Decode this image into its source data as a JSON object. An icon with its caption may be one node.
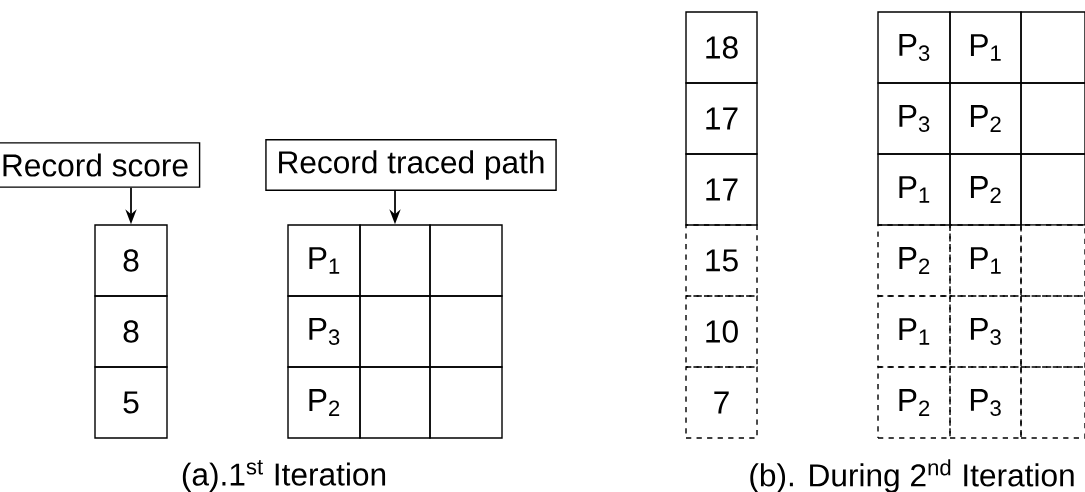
{
  "diagram": {
    "nodes": [
      {
        "text": [
          "Record score"
        ]
      },
      {
        "text": [
          "Record traced path"
        ]
      },
      {
        "text": [
          "8"
        ]
      },
      {
        "text": [
          "8"
        ]
      },
      {
        "text": [
          "5"
        ]
      },
      {
        "text": [
          "P$_{1}$"
        ]
      },
      {
        "text": [],
        "shape": "box"
      },
      {
        "text": [],
        "shape": "box"
      },
      {
        "text": [
          "P$_{3}$"
        ]
      },
      {
        "text": [],
        "shape": "box"
      },
      {
        "text": [],
        "shape": "box"
      },
      {
        "text": [
          "P$_{2}$"
        ]
      },
      {
        "text": [],
        "shape": "box"
      },
      {
        "text": [],
        "shape": "box"
      },
      {
        "text": [
          "18"
        ]
      },
      {
        "text": [
          "17"
        ]
      },
      {
        "text": [
          "17"
        ]
      },
      {
        "text": [
          "15"
        ]
      },
      {
        "text": [
          "10"
        ]
      },
      {
        "text": [
          "7"
        ]
      },
      {
        "text": [
          "P$_{3}$"
        ]
      },
      {
        "text": [
          "P$_{1}$"
        ]
      },
      {
        "text": [],
        "shape": "box"
      },
      {
        "text": [
          "P$_{3}$"
        ]
      },
      {
        "text": [
          "P$_{2}$"
        ]
      },
      {
        "text": [],
        "shape": "box"
      },
      {
        "text": [
          "P$_{1}$"
        ]
      },
      {
        "text": [
          "P$_{2}$"
        ]
      },
      {
        "text": [],
        "shape": "box"
      },
      {
        "text": [
          "P$_{2}$"
        ]
      },
      {
        "text": [
          "P$_{1}$"
        ]
      },
      {
        "text": [],
        "shape": "box"
      },
      {
        "text": [
          "P$_{1}$"
        ]
      },
      {
        "text": [
          "P$_{3}$"
        ]
      },
      {
        "text": [],
        "shape": "box"
      },
      {
        "text": [
          "P$_{2}$"
        ]
      },
      {
        "text": [
          "P$_{3}$"
        ]
      },
      {
        "text": [],
        "shape": "box"
      }
    ],
    "edges": [
      {
        "from": 0,
        "to": 2,
        "arrow": "to"
      },
      {
        "from": 1,
        "to": 6,
        "arrow": "to"
      }
    ],
    "labels": [
      "(a).1$^{st}$ Iteration",
      "(b). During 2$^{nd}$ Iteration"
    ]
  }
}
